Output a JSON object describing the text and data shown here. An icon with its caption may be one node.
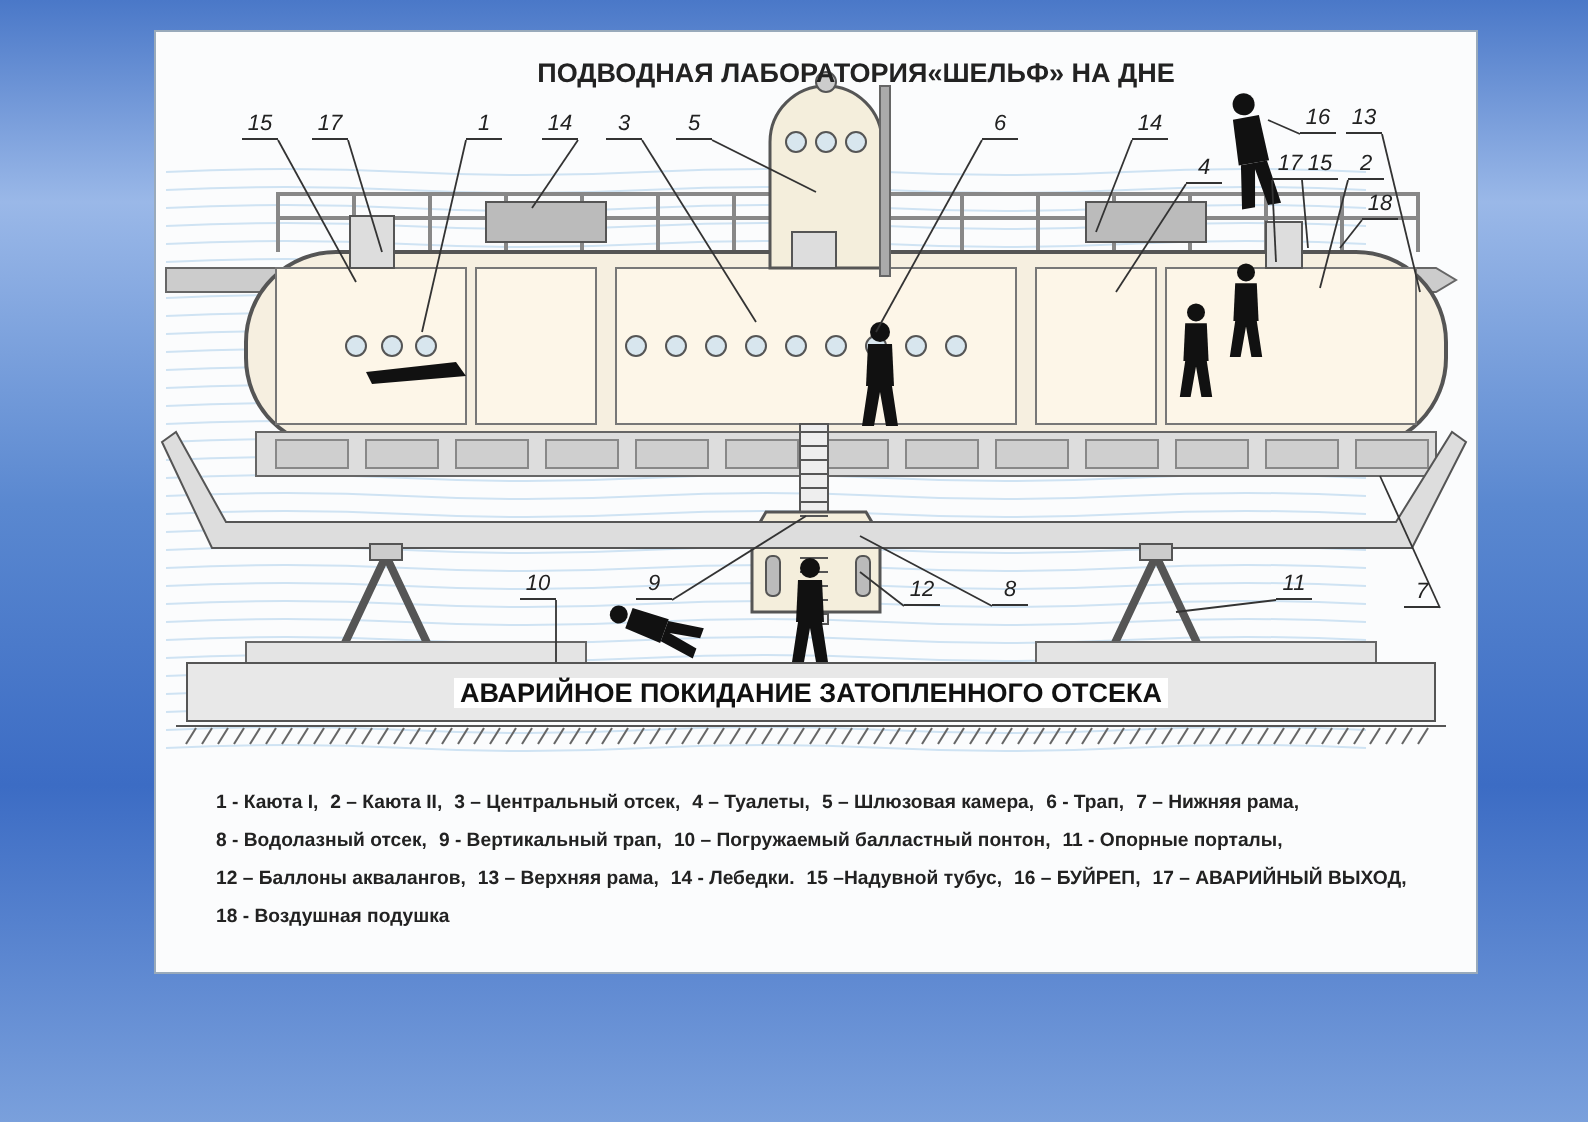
{
  "diagram": {
    "title": "ПОДВОДНАЯ ЛАБОРАТОРИЯ«ШЕЛЬФ» НА ДНЕ",
    "nodes": [
      {
        "text": [
          "15"
        ]
      },
      {
        "text": [
          "17"
        ]
      },
      {
        "text": [
          "1"
        ]
      },
      {
        "text": [
          "14"
        ]
      },
      {
        "text": [
          "3"
        ]
      },
      {
        "text": [
          "5"
        ]
      },
      {
        "text": [
          "6"
        ]
      },
      {
        "text": [
          "14"
        ]
      },
      {
        "text": [
          "4"
        ]
      },
      {
        "text": [
          "16"
        ]
      },
      {
        "text": [
          "13"
        ]
      },
      {
        "text": [
          "17"
        ]
      },
      {
        "text": [
          "15"
        ]
      },
      {
        "text": [
          "2"
        ]
      },
      {
        "text": [
          "18"
        ]
      },
      {
        "text": [
          "10"
        ]
      },
      {
        "text": [
          "9"
        ]
      },
      {
        "text": [
          "12"
        ]
      },
      {
        "text": [
          "8"
        ]
      },
      {
        "text": [
          "11"
        ]
      },
      {
        "text": [
          "7"
        ]
      },
      {
        "text": [
          "АВАРИЙНОЕ ПОКИДАНИЕ ЗАТОПЛЕННОГО ОТСЕКА"
        ]
      }
    ],
    "edges": [
      {
        "from": 0,
        "to": null,
        "arrow": "none"
      },
      {
        "from": 1,
        "to": null,
        "arrow": "none"
      },
      {
        "from": 2,
        "to": null,
        "arrow": "none"
      },
      {
        "from": 3,
        "to": null,
        "arrow": "none"
      },
      {
        "from": 4,
        "to": null,
        "arrow": "none"
      },
      {
        "from": 5,
        "to": null,
        "arrow": "none"
      },
      {
        "from": 6,
        "to": null,
        "arrow": "none"
      },
      {
        "from": 7,
        "to": null,
        "arrow": "none"
      },
      {
        "from": 8,
        "to": null,
        "arrow": "none"
      },
      {
        "from": 9,
        "to": null,
        "arrow": "none"
      },
      {
        "from": 10,
        "to": null,
        "arrow": "none"
      },
      {
        "from": 11,
        "to": null,
        "arrow": "none"
      },
      {
        "from": 12,
        "to": null,
        "arrow": "none"
      },
      {
        "from": 13,
        "to": null,
        "arrow": "none"
      },
      {
        "from": 14,
        "to": null,
        "arrow": "none"
      },
      {
        "from": 15,
        "to": 21,
        "arrow": "none"
      },
      {
        "from": 16,
        "to": null,
        "arrow": "none"
      },
      {
        "from": 17,
        "to": null,
        "arrow": "none"
      },
      {
        "from": 18,
        "to": null,
        "arrow": "none"
      },
      {
        "from": 19,
        "to": null,
        "arrow": "none"
      },
      {
        "from": 20,
        "to": null,
        "arrow": "none"
      }
    ],
    "labels": [
      "1 - Каюта I,",
      "2 – Каюта II,",
      "3 – Центральный отсек,",
      "4 – Туалеты,",
      "5 – Шлюзовая камера,",
      "6 - Трап,",
      "7 – Нижняя рама,",
      "8 - Водолазный отсек,",
      "9 - Вертикальный трап,",
      "10 – Погружаемый балластный понтон,",
      "11 - Опорные порталы,",
      "12 – Баллоны аквалангов,",
      "13 – Верхняя рама,",
      "14 - Лебедки.",
      "15 –Надувной тубус,",
      "16 – БУЙРЕП,",
      "17 – АВАРИЙНЫЙ ВЫХОД,",
      "18 - Воздушная подушка"
    ]
  }
}
